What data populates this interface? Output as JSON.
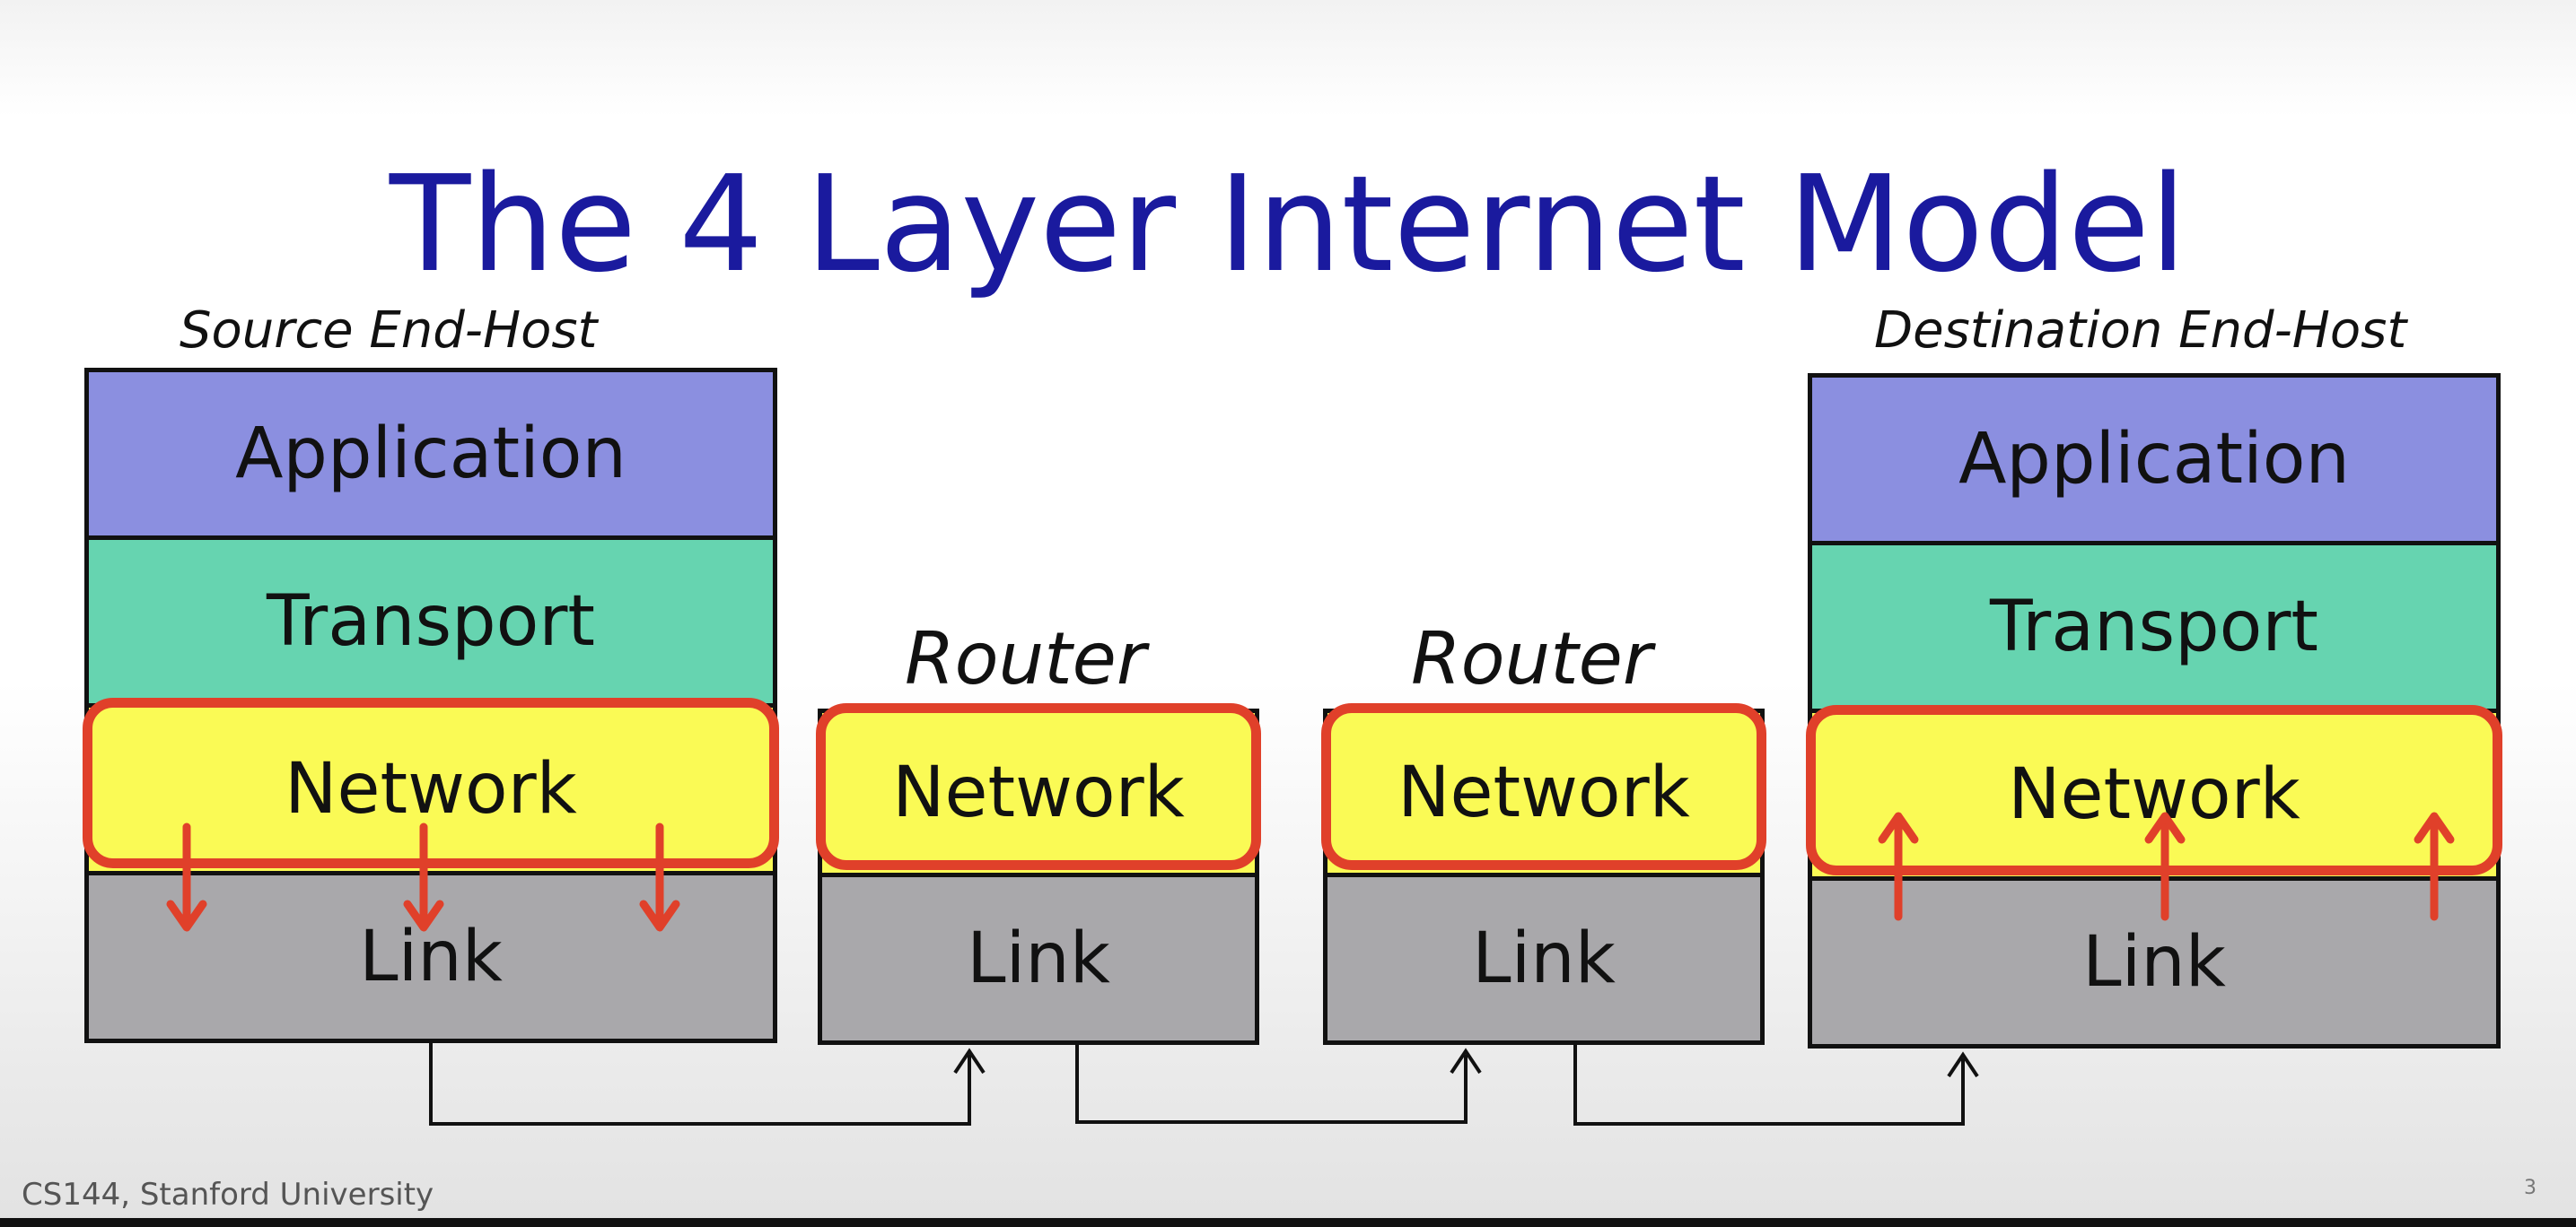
{
  "title": "The 4 Layer Internet Model",
  "source_host": {
    "label": "Source End-Host",
    "layers": [
      "Application",
      "Transport",
      "Network",
      "Link"
    ]
  },
  "router_1": {
    "label": "Router",
    "layers": [
      "Network",
      "Link"
    ]
  },
  "router_2": {
    "label": "Router",
    "layers": [
      "Network",
      "Link"
    ]
  },
  "destination_host": {
    "label": "Destination End-Host",
    "layers": [
      "Application",
      "Transport",
      "Network",
      "Link"
    ]
  },
  "colors": {
    "title": "#1a1a9e",
    "application": "#8b8fe0",
    "transport": "#66d4b0",
    "network": "#fafa55",
    "link": "#a9a8ab",
    "highlight": "#e0402a"
  },
  "footer": "CS144, Stanford University",
  "page_number": "3"
}
